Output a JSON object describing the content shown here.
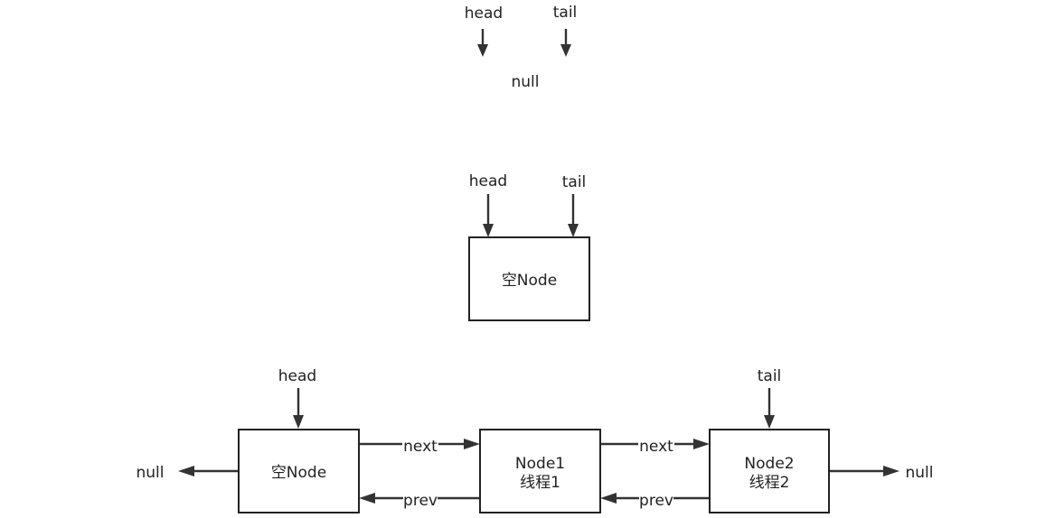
{
  "stage1": {
    "head_label": "head",
    "tail_label": "tail",
    "null_label": "null"
  },
  "stage2": {
    "head_label": "head",
    "tail_label": "tail",
    "node_label": "空Node"
  },
  "stage3": {
    "head_label": "head",
    "tail_label": "tail",
    "left_null_label": "null",
    "right_null_label": "null",
    "nodes": [
      {
        "line1": "空Node"
      },
      {
        "line1": "Node1",
        "line2": "线程1"
      },
      {
        "line1": "Node2",
        "line2": "线程2"
      }
    ],
    "links": [
      {
        "next_label": "next",
        "prev_label": "prev"
      },
      {
        "next_label": "next",
        "prev_label": "prev"
      }
    ]
  },
  "colors": {
    "line": "#333333",
    "text": "#222222"
  }
}
